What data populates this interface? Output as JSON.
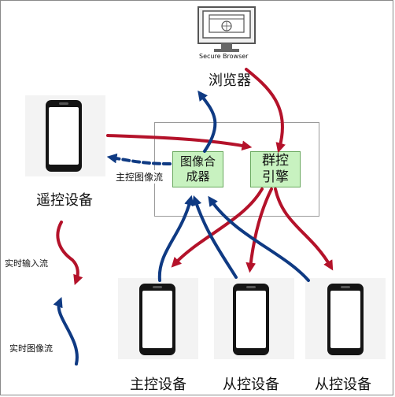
{
  "browser": {
    "caption": "Secure Browser",
    "label": "浏览器"
  },
  "remote_device": {
    "label": "遥控设备"
  },
  "composer": {
    "line1": "图像合",
    "line2": "成器"
  },
  "engine": {
    "line1": "群控",
    "line2": "引擎"
  },
  "flows": {
    "main_image_flow": "主控图像流",
    "realtime_input_flow": "实时输入流",
    "realtime_image_flow": "实时图像流"
  },
  "devices": [
    {
      "label": "主控设备"
    },
    {
      "label": "从控设备"
    },
    {
      "label": "从控设备"
    }
  ],
  "colors": {
    "red": "#b4122a",
    "blue": "#0f3a83",
    "green_box": "#c8f2c0"
  }
}
